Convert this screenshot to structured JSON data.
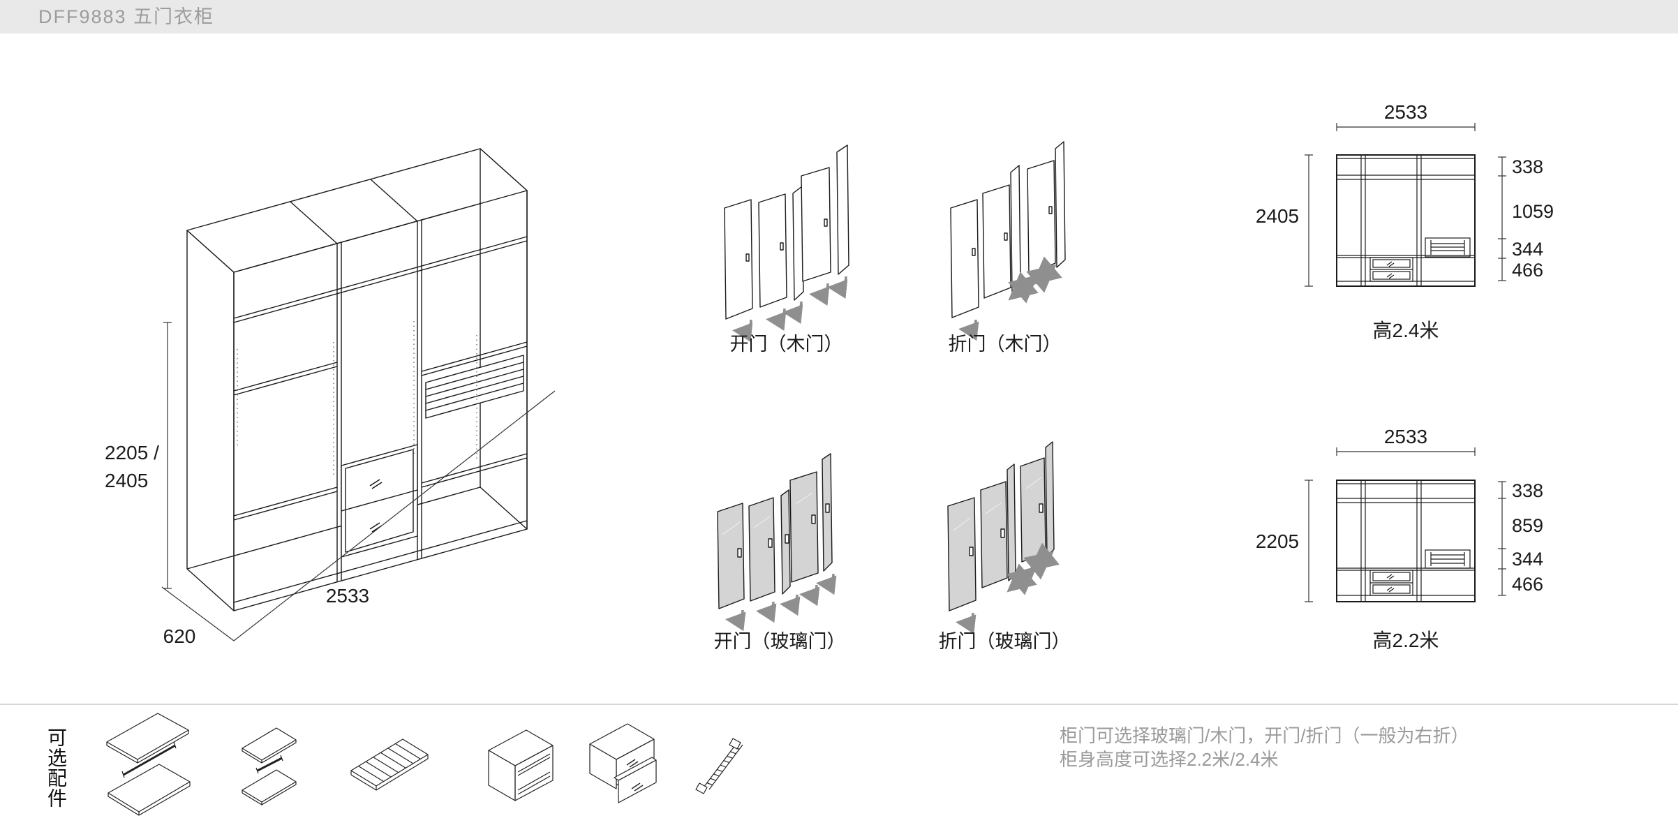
{
  "header": {
    "title": "DFF9883 五门衣柜"
  },
  "isometric": {
    "height_dim_line1": "2205 /",
    "height_dim_line2": "2405",
    "width_dim": "2533",
    "depth_dim": "620"
  },
  "door_options": [
    {
      "label": "开门（木门）",
      "type": "hinged-wood-doors"
    },
    {
      "label": "折门（木门）",
      "type": "folding-wood-doors"
    },
    {
      "label": "开门（玻璃门）",
      "type": "hinged-glass-doors"
    },
    {
      "label": "折门（玻璃门）",
      "type": "folding-glass-doors"
    }
  ],
  "elevations": [
    {
      "caption": "高2.4米",
      "width_dim": "2533",
      "height_dim": "2405",
      "right_dims": [
        "338",
        "1059",
        "344",
        "466"
      ]
    },
    {
      "caption": "高2.2米",
      "width_dim": "2533",
      "height_dim": "2205",
      "right_dims": [
        "338",
        "859",
        "344",
        "466"
      ]
    }
  ],
  "accessories": {
    "label": "可选配件",
    "items": [
      "shelf-pair-with-rod-wide",
      "shelf-pair-with-rod-small",
      "pull-out-pants-rack",
      "open-drawer-unit",
      "drawer-unit-with-glass-front",
      "pull-out-tie-rack"
    ]
  },
  "notes": {
    "line1": "柜门可选择玻璃门/木门，开门/折门（一般为右折）",
    "line2": "柜身高度可选择2.2米/2.4米"
  },
  "colors": {
    "header_bg": "#e9e9e9",
    "header_text": "#9c9c9c",
    "line": "#1a1a1a",
    "glass_fill": "#d4d4d4",
    "arrow": "#8f8f8f",
    "note_text": "#9a9a9a",
    "divider": "#d6d6d6"
  }
}
